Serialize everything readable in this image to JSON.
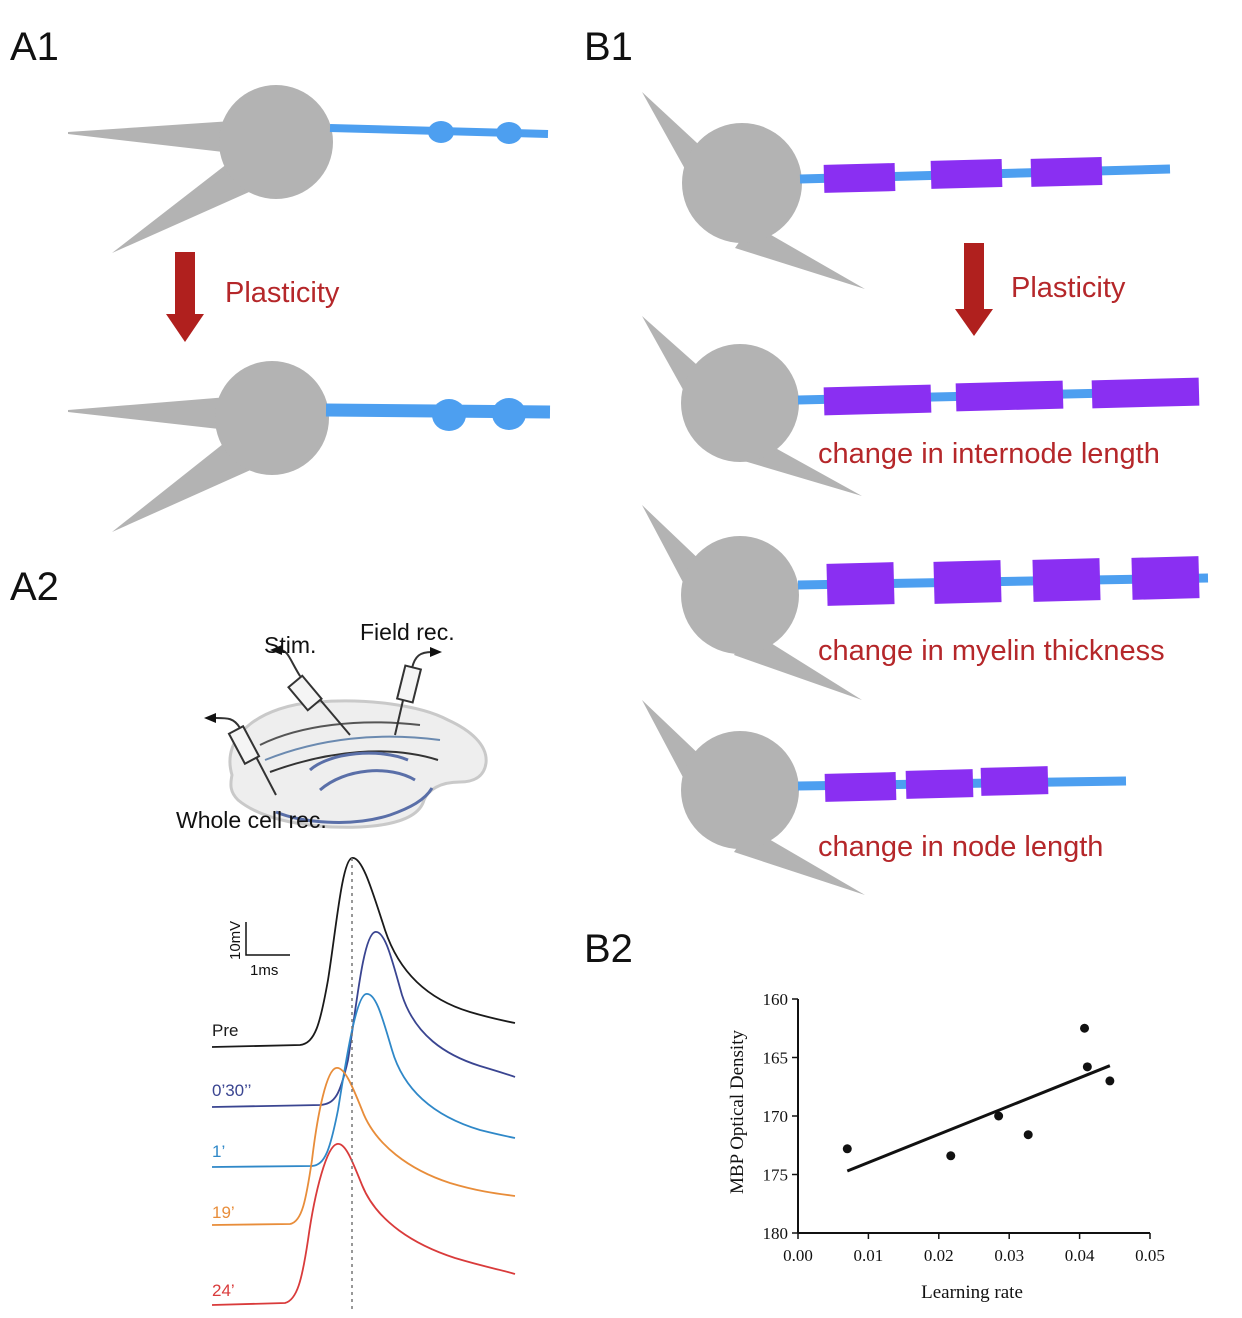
{
  "colors": {
    "soma": "#b3b3b3",
    "axon": "#4d9ff0",
    "myelin": "#8a2ff2",
    "arrow": "#b0201e",
    "red_text": "#b5272a",
    "trace_pre": "#1a1a1a",
    "trace_0_30": "#3a4591",
    "trace_1": "#2f88c8",
    "trace_19": "#e88d3a",
    "trace_24": "#d93b3b"
  },
  "panels": {
    "a1": {
      "label": "A1",
      "arrow_label": "Plasticity"
    },
    "a2": {
      "label": "A2",
      "electrodes": {
        "stim": "Stim.",
        "field": "Field rec.",
        "whole_cell": "Whole cell rec."
      },
      "scale_bar": {
        "voltage": "10mV",
        "time": "1ms"
      },
      "traces": [
        {
          "label": "Pre",
          "color": "#1a1a1a"
        },
        {
          "label": "0’30’’",
          "color": "#3a4591"
        },
        {
          "label": "1’",
          "color": "#2f88c8"
        },
        {
          "label": "19’",
          "color": "#e88d3a"
        },
        {
          "label": "24’",
          "color": "#d93b3b"
        }
      ]
    },
    "b1": {
      "label": "B1",
      "arrow_label": "Plasticity",
      "changes": [
        "change in internode length",
        "change in myelin thickness",
        "change in node length"
      ]
    },
    "b2": {
      "label": "B2"
    }
  },
  "chart_data": {
    "type": "scatter",
    "xlabel": "Learning rate",
    "ylabel": "MBP Optical Density",
    "xlim": [
      0.0,
      0.05
    ],
    "ylim": [
      180,
      160
    ],
    "y_inverted": true,
    "x_ticks": [
      "0.00",
      "0.01",
      "0.02",
      "0.03",
      "0.04",
      "0.05"
    ],
    "y_ticks": [
      "160",
      "165",
      "170",
      "175",
      "180"
    ],
    "points": [
      {
        "x": 0.007,
        "y": 172.8
      },
      {
        "x": 0.0217,
        "y": 173.4
      },
      {
        "x": 0.0285,
        "y": 170.0
      },
      {
        "x": 0.0327,
        "y": 171.6
      },
      {
        "x": 0.0407,
        "y": 162.5
      },
      {
        "x": 0.0411,
        "y": 165.8
      },
      {
        "x": 0.0443,
        "y": 167.0
      }
    ],
    "fit_line": {
      "x": [
        0.007,
        0.0443
      ],
      "y": [
        174.7,
        165.7
      ]
    },
    "grid": false
  }
}
